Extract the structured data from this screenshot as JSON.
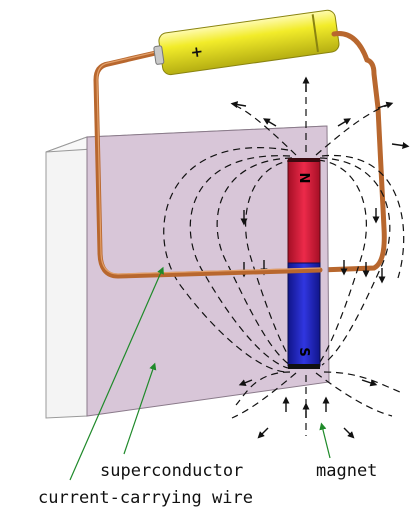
{
  "labels": {
    "superconductor": "superconductor",
    "magnet": "magnet",
    "wire": "current-carrying wire"
  },
  "magnet": {
    "north_label": "N",
    "south_label": "S",
    "north_color": "#d8193a",
    "south_color": "#1f24c8"
  },
  "battery": {
    "plus_label": "+",
    "body_color": "#f2ec2a"
  },
  "colors": {
    "superconductor_face": "#d8c6d8",
    "superconductor_edge": "#f4f4f4",
    "wire": "#b8672e",
    "pointer_line": "#1f8a2a",
    "field_lines": "#111111"
  }
}
